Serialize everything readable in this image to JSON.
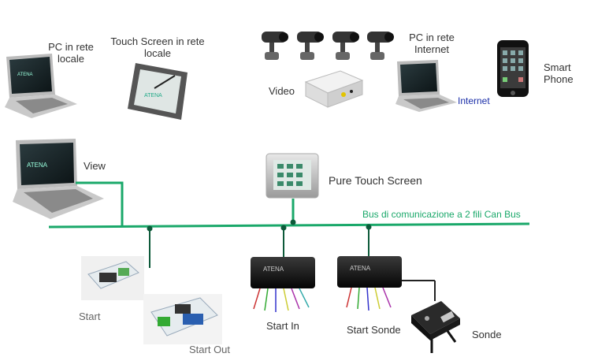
{
  "diagram": {
    "devices": {
      "pc_local": "PC in rete\nlocale",
      "touch_screen": "Touch Screen in rete\nlocale",
      "video": "Video",
      "pc_internet": "PC in rete\nInternet",
      "internet": "Internet",
      "smart_phone": "Smart\nPhone",
      "view": "View",
      "pure_touch": "Pure Touch Screen",
      "bus": "Bus di comunicazione a 2 fili Can Bus",
      "start": "Start",
      "start_out": "Start Out",
      "start_in": "Start In",
      "start_sonde": "Start Sonde",
      "sonde": "Sonde"
    },
    "brand": "ATENA",
    "colors": {
      "bus": "#1aa86a",
      "node": "#0d5a3a",
      "internet": "#1a2ea8"
    }
  }
}
